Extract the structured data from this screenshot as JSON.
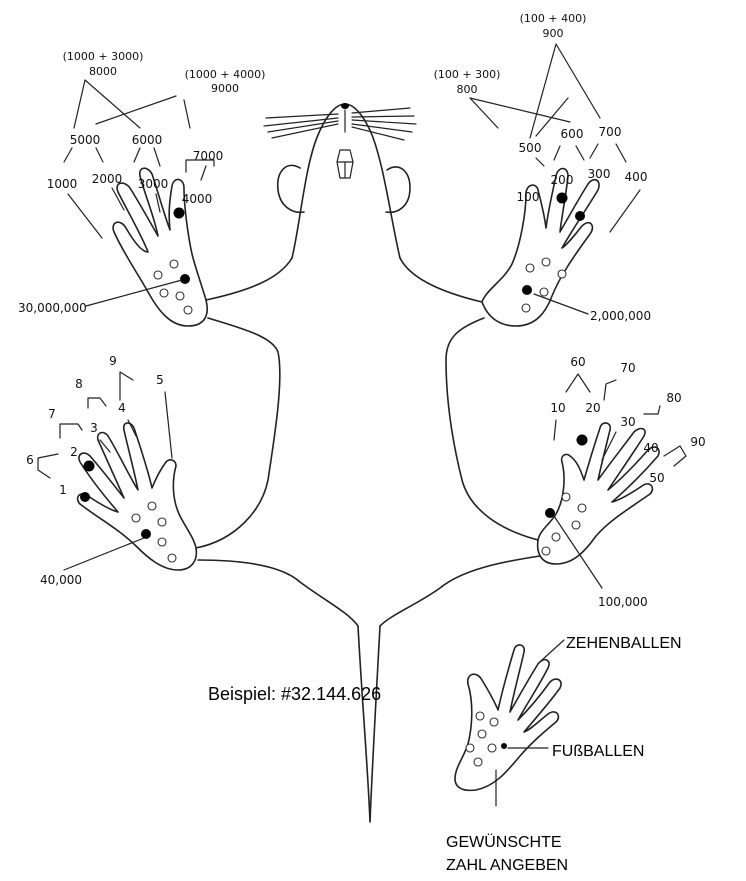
{
  "upper_left": {
    "top_sum_a": "(1000 + 3000)",
    "top_val_a": "8000",
    "top_sum_b": "(1000 + 4000)",
    "top_val_b": "9000",
    "v5000": "5000",
    "v6000": "6000",
    "v7000": "7000",
    "v1000": "1000",
    "v2000": "2000",
    "v3000": "3000",
    "v4000": "4000",
    "pad": "30,000,000"
  },
  "upper_right": {
    "top_sum_a": "(100 + 400)",
    "top_val_a": "900",
    "top_sum_b": "(100 + 300)",
    "top_val_b": "800",
    "v500": "500",
    "v600": "600",
    "v700": "700",
    "v100": "100",
    "v200": "200",
    "v300": "300",
    "v400": "400",
    "pad": "2,000,000"
  },
  "lower_left": {
    "v9": "9",
    "v5": "5",
    "v8": "8",
    "v4": "4",
    "v7": "7",
    "v3": "3",
    "v6": "6",
    "v2": "2",
    "v1": "1",
    "pad": "40,000"
  },
  "lower_right": {
    "v60": "60",
    "v70": "70",
    "v10": "10",
    "v20": "20",
    "v30": "30",
    "v80": "80",
    "v40": "40",
    "v90": "90",
    "v50": "50",
    "pad": "100,000"
  },
  "legend": {
    "toe": "ZEHENBALLEN",
    "foot": "FUßBALLEN",
    "note_line1": "GEWÜNSCHTE",
    "note_line2": "ZAHL ANGEBEN"
  },
  "example": "Beispiel: #32.144.626"
}
